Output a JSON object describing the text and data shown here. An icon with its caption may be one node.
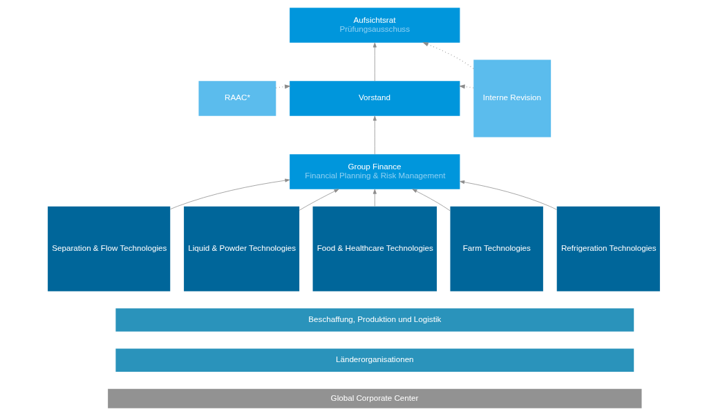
{
  "diagram": {
    "nodes": [
      {
        "text": [
          "Aufsichtsrat",
          "Prüfungsausschuss"
        ]
      },
      {
        "text": [
          "Interne Revision"
        ]
      },
      {
        "text": [
          "RAAC*"
        ]
      },
      {
        "text": [
          "Vorstand"
        ]
      },
      {
        "text": [
          "Group Finance",
          "Financial Planning & Risk Management"
        ]
      },
      {
        "text": [
          "Separation & Flow Technologies"
        ]
      },
      {
        "text": [
          "Liquid & Powder Technologies"
        ]
      },
      {
        "text": [
          "Food & Healthcare Technologies"
        ]
      },
      {
        "text": [
          "Farm Technologies"
        ]
      },
      {
        "text": [
          "Refrigeration Technologies"
        ]
      },
      {
        "text": [
          "Beschaffung, Produktion und Logistik"
        ]
      },
      {
        "text": [
          "Länderorganisationen"
        ]
      },
      {
        "text": [
          "Global Corporate Center"
        ]
      }
    ],
    "edges": [
      {
        "from": 3,
        "to": 0,
        "arrow": "to"
      },
      {
        "from": 1,
        "to": 0,
        "arrow": "to",
        "style": "dashed"
      },
      {
        "from": 2,
        "to": 3,
        "arrow": "to",
        "style": "dashed"
      },
      {
        "from": 1,
        "to": 3,
        "arrow": "to",
        "style": "dashed"
      },
      {
        "from": 4,
        "to": 3,
        "arrow": "to"
      },
      {
        "from": 5,
        "to": 4,
        "arrow": "to"
      },
      {
        "from": 6,
        "to": 4,
        "arrow": "to"
      },
      {
        "from": 7,
        "to": 4,
        "arrow": "to"
      },
      {
        "from": 8,
        "to": 4,
        "arrow": "to"
      },
      {
        "from": 9,
        "to": 4,
        "arrow": "to"
      }
    ]
  }
}
